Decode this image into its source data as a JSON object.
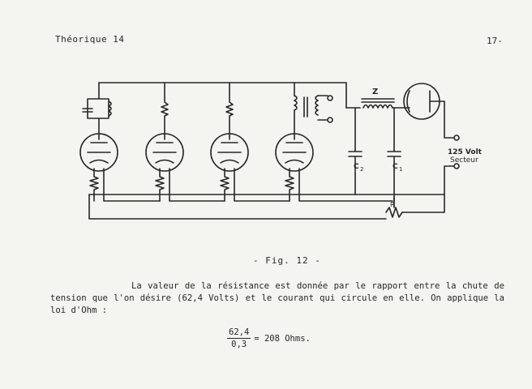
{
  "header": {
    "left": "Théorique 14",
    "right": "17-"
  },
  "figure": {
    "caption": "- Fig. 12 -",
    "labels": {
      "choke": "Z",
      "c2": "C",
      "c2_sub": "2",
      "c1": "C",
      "c1_sub": "1",
      "voltage": "125 Volt",
      "mains": "Secteur",
      "resistor": "R"
    }
  },
  "body": {
    "paragraph": "La valeur de la résistance est donnée par le rapport entre la chute de tension que l'on désire (62,4 Volts) et le courant qui circule en elle. On applique la loi d'Ohm :",
    "formula": {
      "numerator": "62,4",
      "denominator": "0,3",
      "result": "= 208 Ohms."
    }
  }
}
